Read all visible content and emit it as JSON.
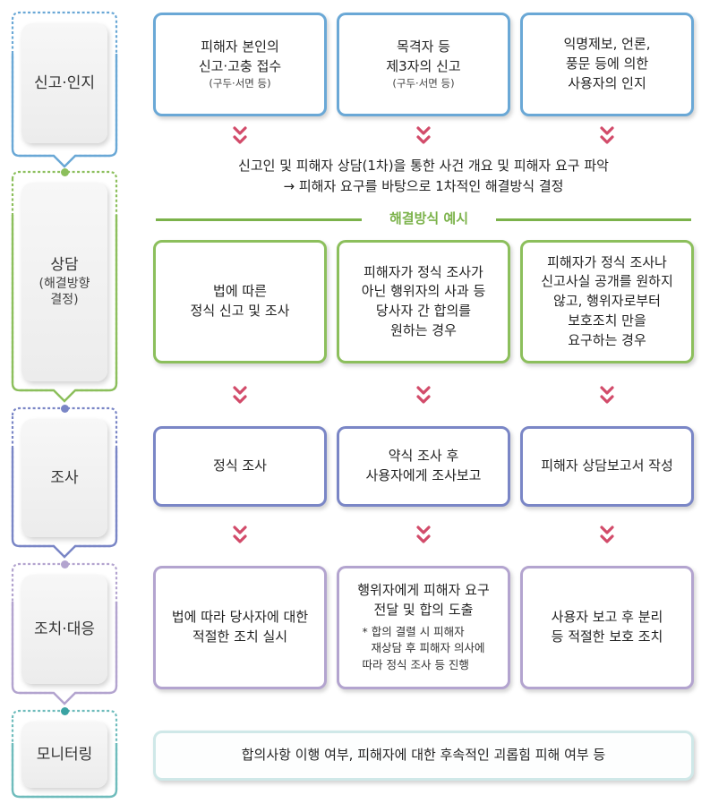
{
  "colors": {
    "report": "#6aa8d6",
    "consult": "#8cbf5c",
    "investigate": "#7a86c6",
    "measure": "#b3a4cf",
    "monitor": "#6fbcbc",
    "chevron": "#d24b6a",
    "example_green": "#7bb24a"
  },
  "stages": {
    "report": "신고·인지",
    "consult": "상담",
    "consult_sub1": "(해결방향",
    "consult_sub2": "결정)",
    "investigate": "조사",
    "measure": "조치·대응",
    "monitor": "모니터링"
  },
  "report_row": [
    {
      "line1": "피해자 본인의",
      "line2": "신고·고충 접수",
      "sub": "(구두·서면 등)"
    },
    {
      "line1": "목격자 등",
      "line2": "제3자의 신고",
      "sub": "(구두·서면 등)"
    },
    {
      "line1": "익명제보, 언론,",
      "line2": "풍문 등에 의한",
      "line3": "사용자의 인지"
    }
  ],
  "intake": {
    "line1": "신고인 및 피해자 상담(1차)을 통한 사건 개요 및 피해자 요구 파악",
    "line2": "→ 피해자 요구를 바탕으로 1차적인 해결방식 결정"
  },
  "example_title": "해결방식 예시",
  "consult_row": [
    {
      "line1": "법에 따른",
      "line2": "정식 신고 및 조사"
    },
    {
      "line1": "피해자가 정식 조사가",
      "line2": "아닌 행위자의 사과 등",
      "line3": "당사자 간 합의를",
      "line4": "원하는 경우"
    },
    {
      "line1": "피해자가 정식 조사나",
      "line2": "신고사실 공개를 원하지",
      "line3": "않고, 행위자로부터",
      "line4": "보호조치 만을",
      "line5": "요구하는 경우"
    }
  ],
  "investigate_row": [
    {
      "line1": "정식 조사"
    },
    {
      "line1": "약식 조사 후",
      "line2": "사용자에게 조사보고"
    },
    {
      "line1": "피해자 상담보고서 작성"
    }
  ],
  "measure_row": [
    {
      "line1": "법에 따라 당사자에 대한",
      "line2": "적절한 조치 실시"
    },
    {
      "line1": "행위자에게 피해자 요구",
      "line2": "전달 및 합의 도출",
      "note1": "* 합의 결렬 시 피해자",
      "note2": "재상담 후 피해자 의사에",
      "note3": "따라 정식 조사 등 진행"
    },
    {
      "line1": "사용자 보고 후 분리",
      "line2": "등 적절한 보호 조치"
    }
  ],
  "monitor_text": "합의사항 이행 여부, 피해자에 대한 후속적인 괴롭힘 피해 여부 등"
}
